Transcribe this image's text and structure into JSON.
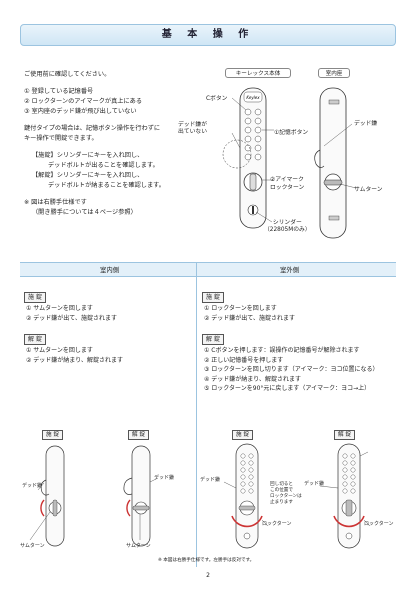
{
  "title": "基 本 操 作",
  "intro": {
    "lines": [
      "ご使用前に確認してください。",
      "① 登録している記憶番号",
      "② ロックターンのアイマークが真上にある",
      "③ 室内座のデッド鎌が飛び出していない",
      "鍵付タイプの場合は、記憶ボタン操作を行わずに",
      "キー操作で開錠できます。",
      "【施錠】シリンダーにキーを入れ回し、",
      "デッドボルトが出ることを確認します。",
      "【解錠】シリンダーにキーを入れ回し、",
      "デッドボルトが納まることを確認します。",
      "※ 図は右勝手仕様です",
      "（開き勝手については４ページ参照）"
    ]
  },
  "figure_top": {
    "keyless_label": "キーレックス本体",
    "indoor_label": "室内座",
    "c_button": "Cボタン",
    "dead_bolt_out": "デッド鎌が\n出ていない",
    "memory_button": "①記憶ボタン",
    "eye_mark": "②アイマーク\nロックターン",
    "dead_bolt": "デッド鎌",
    "thumb_turn": "サムターン",
    "cylinder": "シリンダー\n（22805Mのみ）",
    "brand": "Keylex"
  },
  "split": {
    "left_header": "室内側",
    "right_header": "室外側"
  },
  "indoor": {
    "lock_tag": "施 錠",
    "lock_steps": [
      "① サムターンを回します",
      "② デッド鎌が出て、施錠されます"
    ],
    "unlock_tag": "解 錠",
    "unlock_steps": [
      "① サムターンを回します",
      "② デッド鎌が納まり、解錠されます"
    ],
    "fig_lock_tag": "施 錠",
    "fig_unlock_tag": "解 錠",
    "dead_bolt": "デッド鎌",
    "thumb_turn": "サムターン"
  },
  "outdoor": {
    "lock_tag": "施 錠",
    "lock_steps": [
      "① ロックターンを回します",
      "② デッド鎌が出て、施錠されます"
    ],
    "unlock_tag": "解 錠",
    "unlock_steps": [
      "① Cボタンを押します：誤操作の記憶番号が解除されます",
      "② 正しい記憶番号を押します",
      "③ ロックターンを回し切ります（アイマーク：ヨコ位置になる）",
      "④ デッド鎌が納まり、解錠されます",
      "⑤ ロックターンを90°元に戻します（アイマーク：ヨコ→上）"
    ],
    "fig_lock_tag": "施 錠",
    "fig_unlock_tag": "解 錠",
    "dead_bolt": "デッド鎌",
    "lock_turn": "ロックターン",
    "turn_note": "回し切ると\nこの位置で\nロックターンは\n止まります"
  },
  "footnote": "※ 本図は右勝手仕様です。左勝手は反対です。",
  "page_number": "2",
  "colors": {
    "accent": "#9cc4e0",
    "header_bg": "#e3f0f9"
  }
}
